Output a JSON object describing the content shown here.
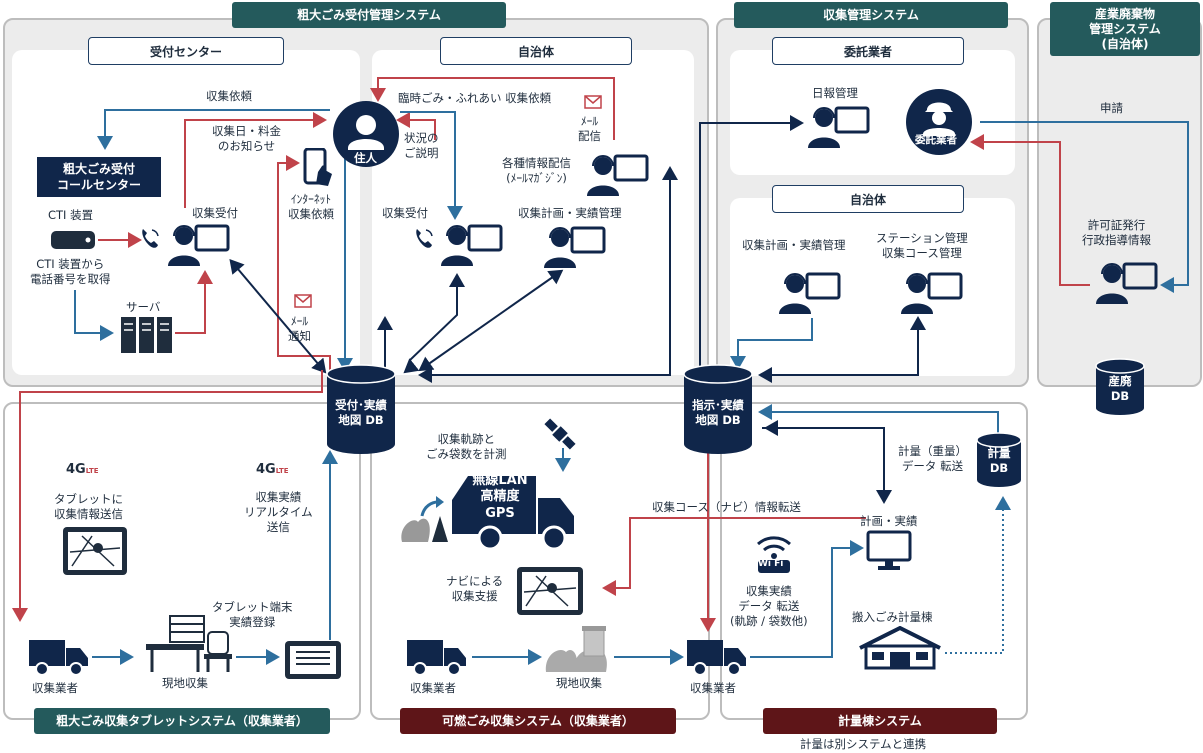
{
  "systems": {
    "reception": "粗大ごみ受付管理システム",
    "collection_mgmt": "収集管理システム",
    "industrial": "産業廃棄物\n管理システム\n(自治体)",
    "tablet": "粗大ごみ収集タブレットシステム（収集業者）",
    "burnable": "可燃ごみ収集システム（収集業者）",
    "weighing": "計量棟システム",
    "weighing_note": "計量は別システムと連携"
  },
  "headers": {
    "reception_center": "受付センター",
    "municipality1": "自治体",
    "contractor": "委託業者",
    "municipality2": "自治体"
  },
  "labels": {
    "call_center": "粗大ごみ受付\nコールセンター",
    "cti_device": "CTI 装置",
    "cti_note": "CTI 装置から\n電話番号を取得",
    "server": "サーバ",
    "collection_request": "収集依頼",
    "date_fee": "収集日・料金\nのお知らせ",
    "internet_request": "ｲﾝﾀｰﾈｯﾄ\n収集依頼",
    "resident": "住人",
    "mail_notice": "ﾒｰﾙ\n通知",
    "reception_op": "収集受付",
    "temp_request": "臨時ごみ・ふれあい 収集依頼",
    "mail_delivery": "ﾒｰﾙ\n配信",
    "situation": "状況の\nご説明",
    "info_delivery": "各種情報配信\n(ﾒｰﾙﾏｶﾞｼﾞﾝ)",
    "reception_op2": "収集受付",
    "plan_mgmt1": "収集計画・実績管理",
    "daily_report": "日報管理",
    "contractor_icon": "委託業者",
    "plan_mgmt2": "収集計画・実績管理",
    "station_mgmt": "ステーション管理\n収集コース管理",
    "apply": "申請",
    "permit": "許可証発行\n行政指導情報",
    "db_reception": "受付･実績\n地図 DB",
    "db_instruction": "指示･実績\n地図 DB",
    "db_industrial": "産廃\nDB",
    "db_weight": "計量\nDB",
    "lte1": "4G",
    "lte2": "4G",
    "tablet_send": "タブレットに\n収集情報送信",
    "realtime_send": "収集実績\nリアルタイム\n送信",
    "tablet_register": "タブレット端末\n実績登録",
    "collector1": "収集業者",
    "site_collect1": "現地収集",
    "track_measure": "収集軌跡と\nごみ袋数を計測",
    "truck_text": "無線LAN\n高精度\nGPS",
    "navi_support": "ナビによる\n収集支援",
    "collector2": "収集業者",
    "site_collect2": "現地収集",
    "course_transfer": "収集コース（ナビ）情報転送",
    "wifi": "Wi Fi",
    "result_transfer": "収集実績\nデータ 転送\n(軌跡 / 袋数他)",
    "collector3": "収集業者",
    "plan_result": "計画・実績",
    "weight_transfer": "計量（重量）\nデータ 転送",
    "weigh_building": "搬入ごみ計量棟"
  },
  "colors": {
    "teal": "#245a5c",
    "maroon": "#5e1518",
    "navy": "#10264a",
    "blue_arrow": "#2e6f9e",
    "red_arrow": "#c0434a",
    "dark_arrow": "#10264a"
  }
}
